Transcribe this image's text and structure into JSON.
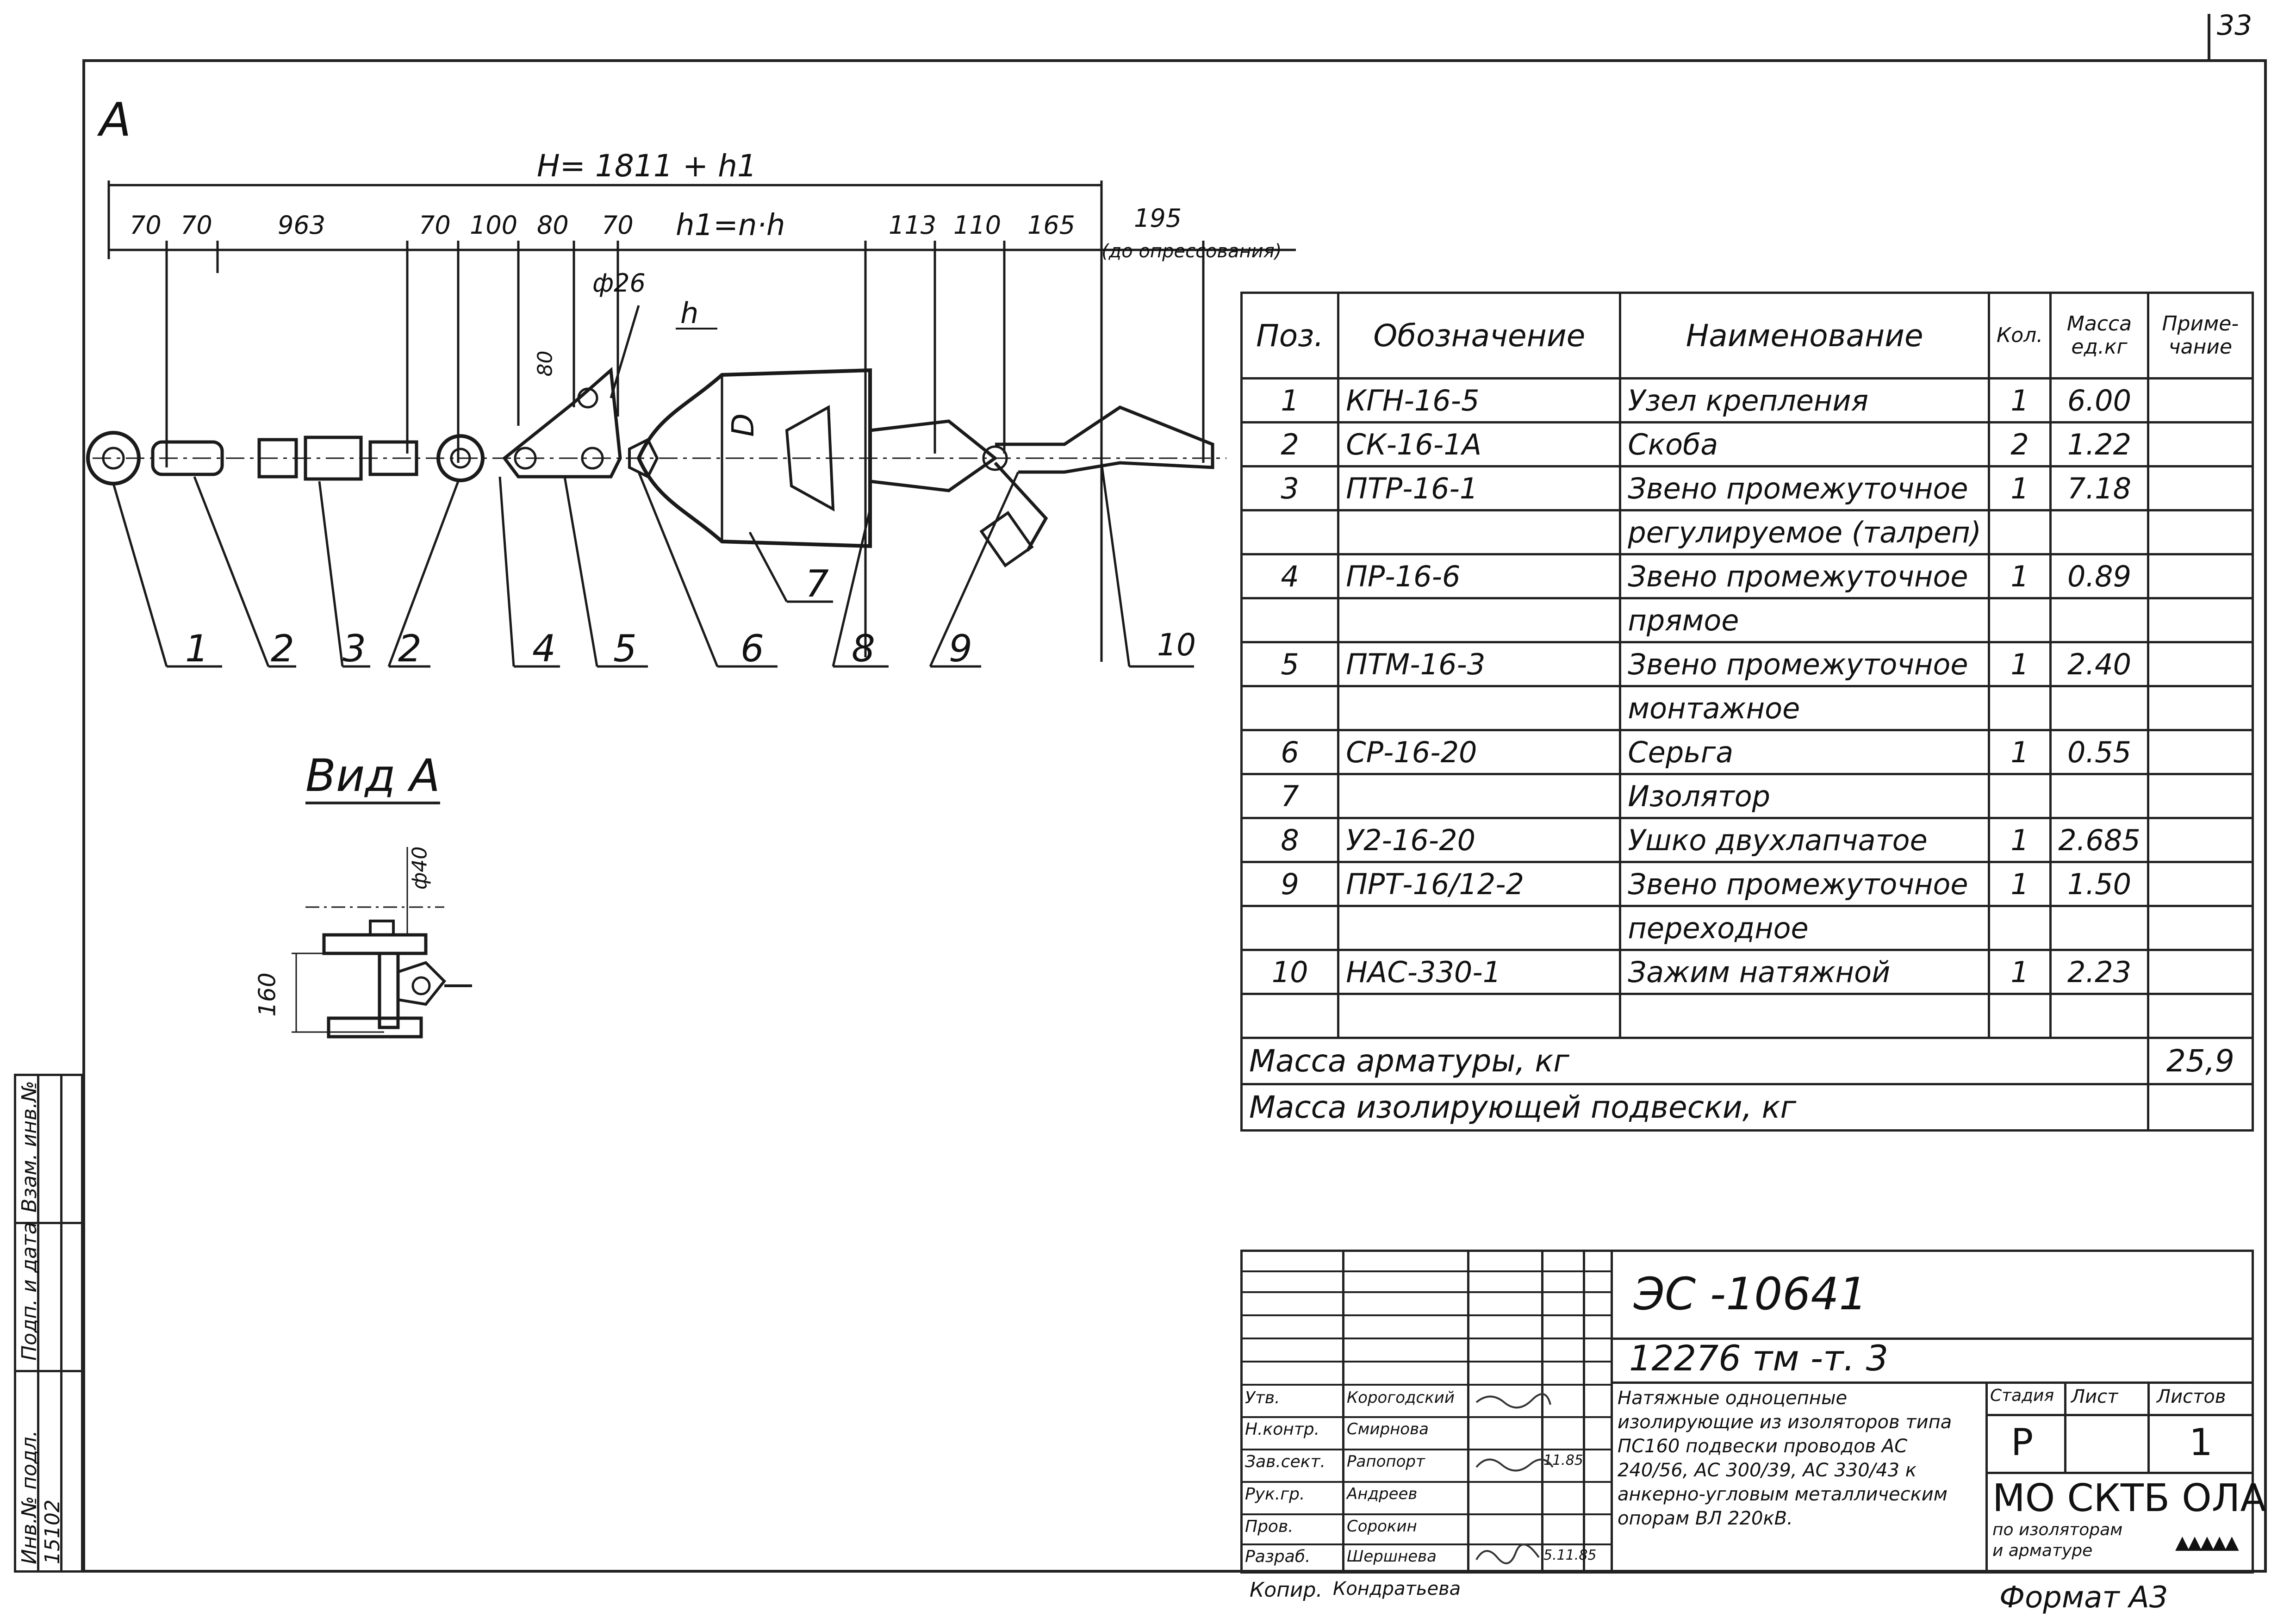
{
  "sheet_number": "33",
  "view_marker": "A",
  "dimensions": {
    "overall": "H= 1811 + h1",
    "segments": [
      "70",
      "70",
      "963",
      "70",
      "100",
      "80",
      "70",
      "h1=n·h",
      "113",
      "110",
      "165",
      "195"
    ],
    "segment_note": "(до опрессования)",
    "hole_diameter": "ф26",
    "link_height": "80",
    "insulator_step": "h",
    "insulator_diameter": "D"
  },
  "position_callouts": [
    "1",
    "2",
    "3",
    "2",
    "4",
    "5",
    "6",
    "7",
    "8",
    "9",
    "10"
  ],
  "view_a": {
    "title": "Вид А",
    "dim_diameter": "ф40",
    "dim_height": "160"
  },
  "spec_table": {
    "headers": {
      "pos": "Поз.",
      "designation": "Обозначение",
      "name": "Наименование",
      "qty": "Кол.",
      "mass": "Масса ед.кг",
      "note": "Приме-чание"
    },
    "rows": [
      {
        "pos": "1",
        "designation": "КГН-16-5",
        "name": "Узел крепления",
        "qty": "1",
        "mass": "6.00"
      },
      {
        "pos": "2",
        "designation": "СК-16-1А",
        "name": "Скоба",
        "qty": "2",
        "mass": "1.22"
      },
      {
        "pos": "3",
        "designation": "ПТР-16-1",
        "name": "Звено промежуточное",
        "qty": "1",
        "mass": "7.18"
      },
      {
        "pos": "",
        "designation": "",
        "name": "регулируемое (талреп)",
        "qty": "",
        "mass": ""
      },
      {
        "pos": "4",
        "designation": "ПР-16-6",
        "name": "Звено промежуточное",
        "qty": "1",
        "mass": "0.89"
      },
      {
        "pos": "",
        "designation": "",
        "name": "прямое",
        "qty": "",
        "mass": ""
      },
      {
        "pos": "5",
        "designation": "ПТМ-16-3",
        "name": "Звено промежуточное",
        "qty": "1",
        "mass": "2.40"
      },
      {
        "pos": "",
        "designation": "",
        "name": "монтажное",
        "qty": "",
        "mass": ""
      },
      {
        "pos": "6",
        "designation": "СР-16-20",
        "name": "Серьга",
        "qty": "1",
        "mass": "0.55"
      },
      {
        "pos": "7",
        "designation": "",
        "name": "Изолятор",
        "qty": "",
        "mass": ""
      },
      {
        "pos": "8",
        "designation": "У2-16-20",
        "name": "Ушко двухлапчатое",
        "qty": "1",
        "mass": "2.685"
      },
      {
        "pos": "9",
        "designation": "ПРТ-16/12-2",
        "name": "Звено промежуточное",
        "qty": "1",
        "mass": "1.50"
      },
      {
        "pos": "",
        "designation": "",
        "name": "переходное",
        "qty": "",
        "mass": ""
      },
      {
        "pos": "10",
        "designation": "НАС-330-1",
        "name": "Зажим натяжной",
        "qty": "1",
        "mass": "2.23"
      }
    ],
    "mass_armature_label": "Масса арматуры, кг",
    "mass_armature_value": "25,9",
    "mass_suspension_label": "Масса изолирующей подвески, кг",
    "mass_suspension_value": ""
  },
  "title_block": {
    "doc_code": "ЭС -10641",
    "drawing_code": "12276 тм -т. 3",
    "description": "Натяжные одноцепные изолирующие из изоляторов типа ПС160 подвески проводов АС 240/56, АС 300/39, АС 330/43 к анкерно-угловым металлическим опорам ВЛ 220кВ.",
    "roles": [
      "Утв.",
      "Н.контр.",
      "Зав.сект.",
      "Рук.гр.",
      "Пров.",
      "Разраб."
    ],
    "people": [
      "Корогодский",
      "Смирнова",
      "Рапопорт",
      "Андреев",
      "Сорокин",
      "Шершнева"
    ],
    "dates": [
      "",
      "",
      "11.85",
      "",
      "",
      "5.11.85"
    ],
    "stage_label": "Стадия",
    "sheet_label": "Лист",
    "sheets_label": "Листов",
    "stage_value": "Р",
    "sheets_value": "1",
    "org_line1": "МО СКТБ ОЛА",
    "org_line2": "по изоляторам",
    "org_line3": "и арматуре",
    "copied_label": "Копир.",
    "copied_by": "Кондратьева",
    "format": "Формат А3"
  },
  "side_strip": {
    "inv_label": "Инв.№ подл.",
    "inv_value": "15102",
    "sign_label": "Подп. и дата",
    "vzam_label": "Взам. инв.№"
  }
}
